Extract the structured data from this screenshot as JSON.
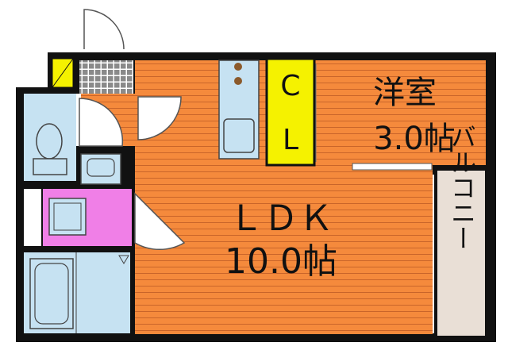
{
  "rooms": {
    "closet": {
      "label_line1": "C",
      "label_line2": "L"
    },
    "western_room": {
      "name": "洋室",
      "size": "3.0帖"
    },
    "ldk": {
      "name": "ＬＤＫ",
      "size": "10.0帖"
    },
    "balcony": {
      "label": "バルコニー"
    }
  },
  "colors": {
    "wall": "#111111",
    "floor_orange": "#f58a3c",
    "floor_stripe": "#c9652a",
    "fixture_blue": "#c6e2f2",
    "washroom_pink": "#f07fe7",
    "closet_yellow": "#f5f200",
    "balcony_tan": "#e9dfd6",
    "entrance_tile": "#888888"
  },
  "icons": {
    "toilet": "toilet-icon",
    "sink": "sink-icon",
    "bathtub": "bathtub-icon",
    "stove": "stove-icon",
    "kitchen_sink": "kitchen-sink-icon",
    "washing_machine": "washing-machine-icon"
  }
}
